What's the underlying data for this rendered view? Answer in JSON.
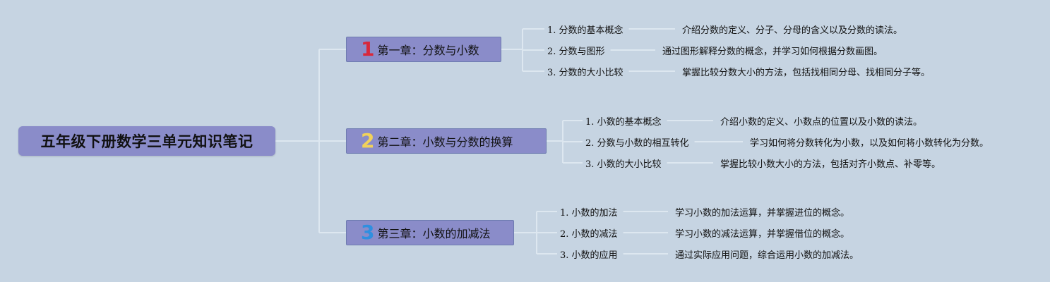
{
  "root": {
    "title": "五年级下册数学三单元知识笔记"
  },
  "colors": {
    "background": "#c6d4e2",
    "node_fill": "#8a8cc9",
    "connector": "#dde7f0",
    "num1": "#d8283c",
    "num2": "#f2d25a",
    "num3": "#2f8fe0"
  },
  "chapters": [
    {
      "number": "1",
      "title": "第一章：分数与小数",
      "topics": [
        {
          "label": "1. 分数的基本概念",
          "desc": "介绍分数的定义、分子、分母的含义以及分数的读法。"
        },
        {
          "label": "2. 分数与图形",
          "desc": "通过图形解释分数的概念，并学习如何根据分数画图。"
        },
        {
          "label": "3. 分数的大小比较",
          "desc": "掌握比较分数大小的方法，包括找相同分母、找相同分子等。"
        }
      ]
    },
    {
      "number": "2",
      "title": "第二章：小数与分数的换算",
      "topics": [
        {
          "label": "1. 小数的基本概念",
          "desc": "介绍小数的定义、小数点的位置以及小数的读法。"
        },
        {
          "label": "2. 分数与小数的相互转化",
          "desc": "学习如何将分数转化为小数，以及如何将小数转化为分数。"
        },
        {
          "label": "3. 小数的大小比较",
          "desc": "掌握比较小数大小的方法，包括对齐小数点、补零等。"
        }
      ]
    },
    {
      "number": "3",
      "title": "第三章：小数的加减法",
      "topics": [
        {
          "label": "1. 小数的加法",
          "desc": "学习小数的加法运算，并掌握进位的概念。"
        },
        {
          "label": "2. 小数的减法",
          "desc": "学习小数的减法运算，并掌握借位的概念。"
        },
        {
          "label": "3. 小数的应用",
          "desc": "通过实际应用问题，综合运用小数的加减法。"
        }
      ]
    }
  ]
}
